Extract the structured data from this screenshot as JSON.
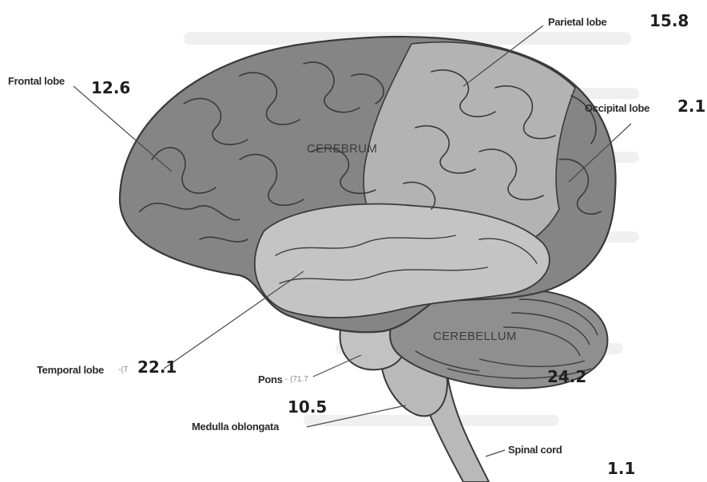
{
  "structures": [
    {
      "id": "frontal",
      "label": "Frontal lobe",
      "suffix": "",
      "value": "12.6"
    },
    {
      "id": "parietal",
      "label": "Parietal lobe",
      "suffix": "",
      "value": "15.8"
    },
    {
      "id": "occipital",
      "label": "Occipital lobe",
      "suffix": "",
      "value": "2.1"
    },
    {
      "id": "temporal",
      "label": "Temporal lobe",
      "suffix": "-(T",
      "value": "22.1"
    },
    {
      "id": "pons",
      "label": "Pons",
      "suffix": "- (71.7",
      "value": ""
    },
    {
      "id": "medulla",
      "label": "Medulla oblongata",
      "suffix": "",
      "value": "10.5"
    },
    {
      "id": "spinal",
      "label": "Spinal cord",
      "suffix": "",
      "value": "1.1"
    },
    {
      "id": "cerebellum",
      "label": "",
      "suffix": "",
      "value": "24.2"
    }
  ],
  "regions": {
    "cerebrum": "CEREBRUM",
    "cerebellum": "CEREBELLUM"
  },
  "colors": {
    "frontal_fill": "#858585",
    "parietal_fill": "#b3b3b3",
    "temporal_fill": "#c4c4c4",
    "cerebellum_fill": "#8f8f8f",
    "stem_fill": "#b9b9b9",
    "outline": "#3a3a3a"
  }
}
